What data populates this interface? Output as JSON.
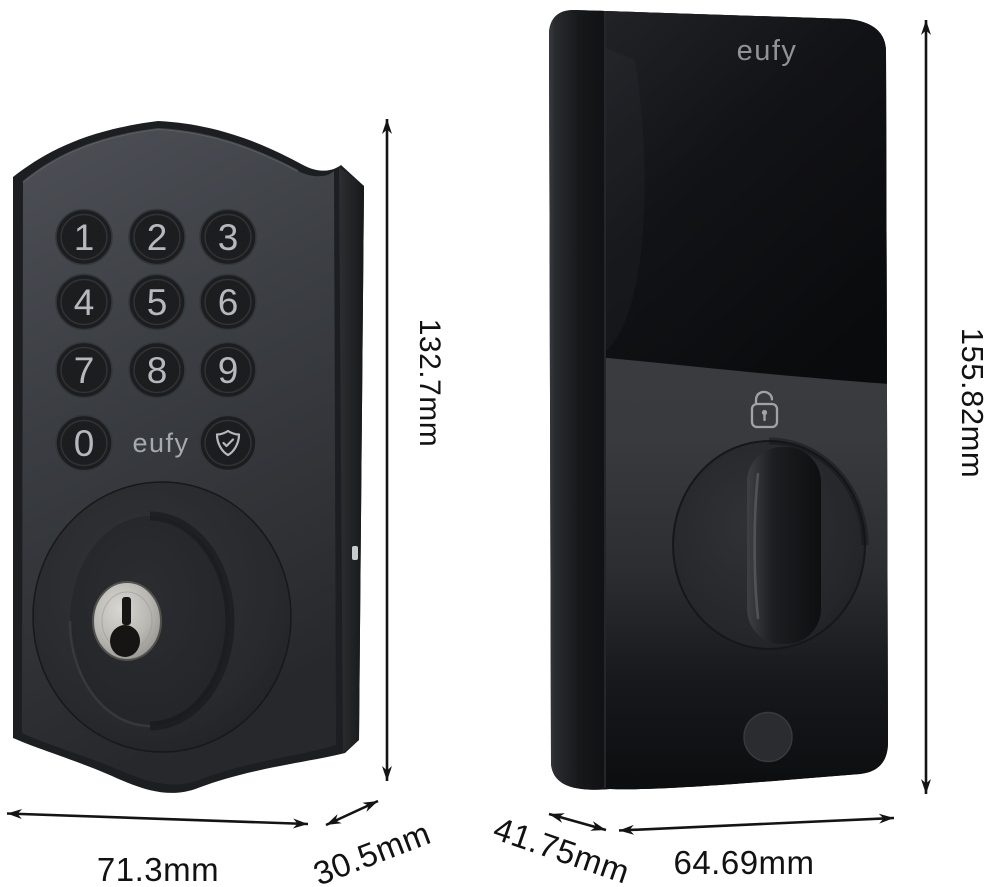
{
  "view": {
    "background": "#ffffff",
    "annotation_color": "#141414"
  },
  "front_view": {
    "brand_logo": "eufy",
    "keypad_keys": [
      "1",
      "2",
      "3",
      "4",
      "5",
      "6",
      "7",
      "8",
      "9",
      "0"
    ],
    "shield_button_icon": "shield-check-icon",
    "dimensions": {
      "height": "132.7mm",
      "width": "71.3mm",
      "depth": "30.5mm"
    }
  },
  "back_view": {
    "brand_logo": "eufy",
    "status_icon": "unlock-icon",
    "dimensions": {
      "height": "155.82mm",
      "depth": "41.75mm",
      "width": "64.69mm"
    }
  }
}
